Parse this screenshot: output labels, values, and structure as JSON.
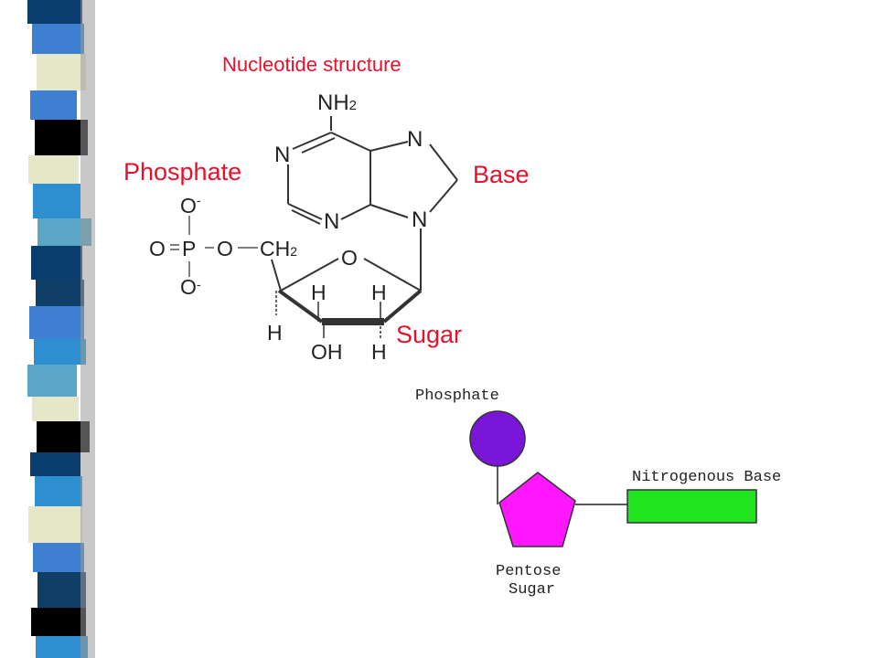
{
  "structure_diagram": {
    "title": "Nucleotide structure",
    "labels": {
      "phosphate": "Phosphate",
      "base": "Base",
      "sugar": "Sugar"
    },
    "atoms": {
      "amine": "NH",
      "amine_sub": "2",
      "n_ring_1": "N",
      "n_ring_2": "N",
      "n_ring_3": "N",
      "n_ring_4": "N",
      "o_minus_top": "O",
      "o_minus_bottom": "O",
      "charge_top": "-",
      "charge_bottom": "-",
      "o_double": "O",
      "phosphorus": "P",
      "o_ester": "O",
      "ch2": "CH",
      "ch2_sub": "2",
      "o_ring": "O",
      "h_left": "H",
      "h_right": "H",
      "h_bottom_left": "H",
      "oh": "OH",
      "h_bottom_right": "H"
    }
  },
  "schematic_diagram": {
    "phosphate_label": "Phosphate",
    "base_label": "Nitrogenous Base",
    "sugar_label_line1": "Pentose",
    "sugar_label_line2": "Sugar",
    "colors": {
      "phosphate": "#7a16d8",
      "sugar": "#ff18ff",
      "base": "#1fe51f"
    }
  },
  "theme": {
    "accent_red": "#e8102a",
    "sidebar_colors": [
      "#0b3d6e",
      "#3f7fd1",
      "#e6e6c8",
      "#000000",
      "#2d8fcf",
      "#5aa6c6",
      "#0f3f66"
    ]
  }
}
